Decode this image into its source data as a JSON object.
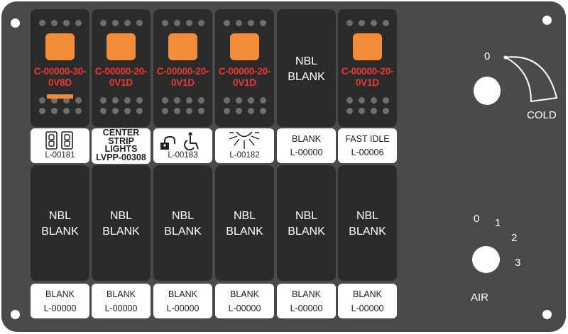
{
  "top_switches": [
    {
      "type": "lit",
      "code_line1": "C-00000-30-",
      "code_line2": "0V8D",
      "indicator_bar": true
    },
    {
      "type": "lit",
      "code_line1": "C-00000-20-",
      "code_line2": "0V1D",
      "indicator_bar": false
    },
    {
      "type": "lit",
      "code_line1": "C-00000-20-",
      "code_line2": "0V1D",
      "indicator_bar": false
    },
    {
      "type": "lit",
      "code_line1": "C-00000-20-",
      "code_line2": "0V1D",
      "indicator_bar": false
    },
    {
      "type": "blank",
      "label_line1": "NBL",
      "label_line2": "BLANK"
    },
    {
      "type": "lit",
      "code_line1": "C-00000-20-",
      "code_line2": "0V1D",
      "indicator_bar": false
    }
  ],
  "top_legends": [
    {
      "icon": "rocker-pair-icon",
      "part": "L-00181"
    },
    {
      "lines": [
        "CENTER",
        "STRIP",
        "LIGHTS",
        "LVPP-00308"
      ]
    },
    {
      "icon": "lock-accessibility-icon",
      "part": "L-00183"
    },
    {
      "icon": "dome-light-icon",
      "part": "L-00182"
    },
    {
      "title": "BLANK",
      "part": "L-00000"
    },
    {
      "title": "FAST IDLE",
      "part": "L-00006"
    }
  ],
  "bottom_switches": [
    {
      "label_line1": "NBL",
      "label_line2": "BLANK"
    },
    {
      "label_line1": "NBL",
      "label_line2": "BLANK"
    },
    {
      "label_line1": "NBL",
      "label_line2": "BLANK"
    },
    {
      "label_line1": "NBL",
      "label_line2": "BLANK"
    },
    {
      "label_line1": "NBL",
      "label_line2": "BLANK"
    },
    {
      "label_line1": "NBL",
      "label_line2": "BLANK"
    }
  ],
  "bottom_legends": [
    {
      "title": "BLANK",
      "part": "L-00000"
    },
    {
      "title": "BLANK",
      "part": "L-00000"
    },
    {
      "title": "BLANK",
      "part": "L-00000"
    },
    {
      "title": "BLANK",
      "part": "L-00000"
    },
    {
      "title": "BLANK",
      "part": "L-00000"
    },
    {
      "title": "BLANK",
      "part": "L-00000"
    }
  ],
  "temp_knob": {
    "zero_label": "0",
    "cold_label": "COLD"
  },
  "air_knob": {
    "labels": [
      "0",
      "1",
      "2",
      "3"
    ],
    "title": "AIR"
  },
  "colors": {
    "panel": "#4a4a4a",
    "switch": "#2b2b2b",
    "lamp": "#f28c38",
    "code_text": "#e63a35",
    "legend": "#ffffff"
  }
}
